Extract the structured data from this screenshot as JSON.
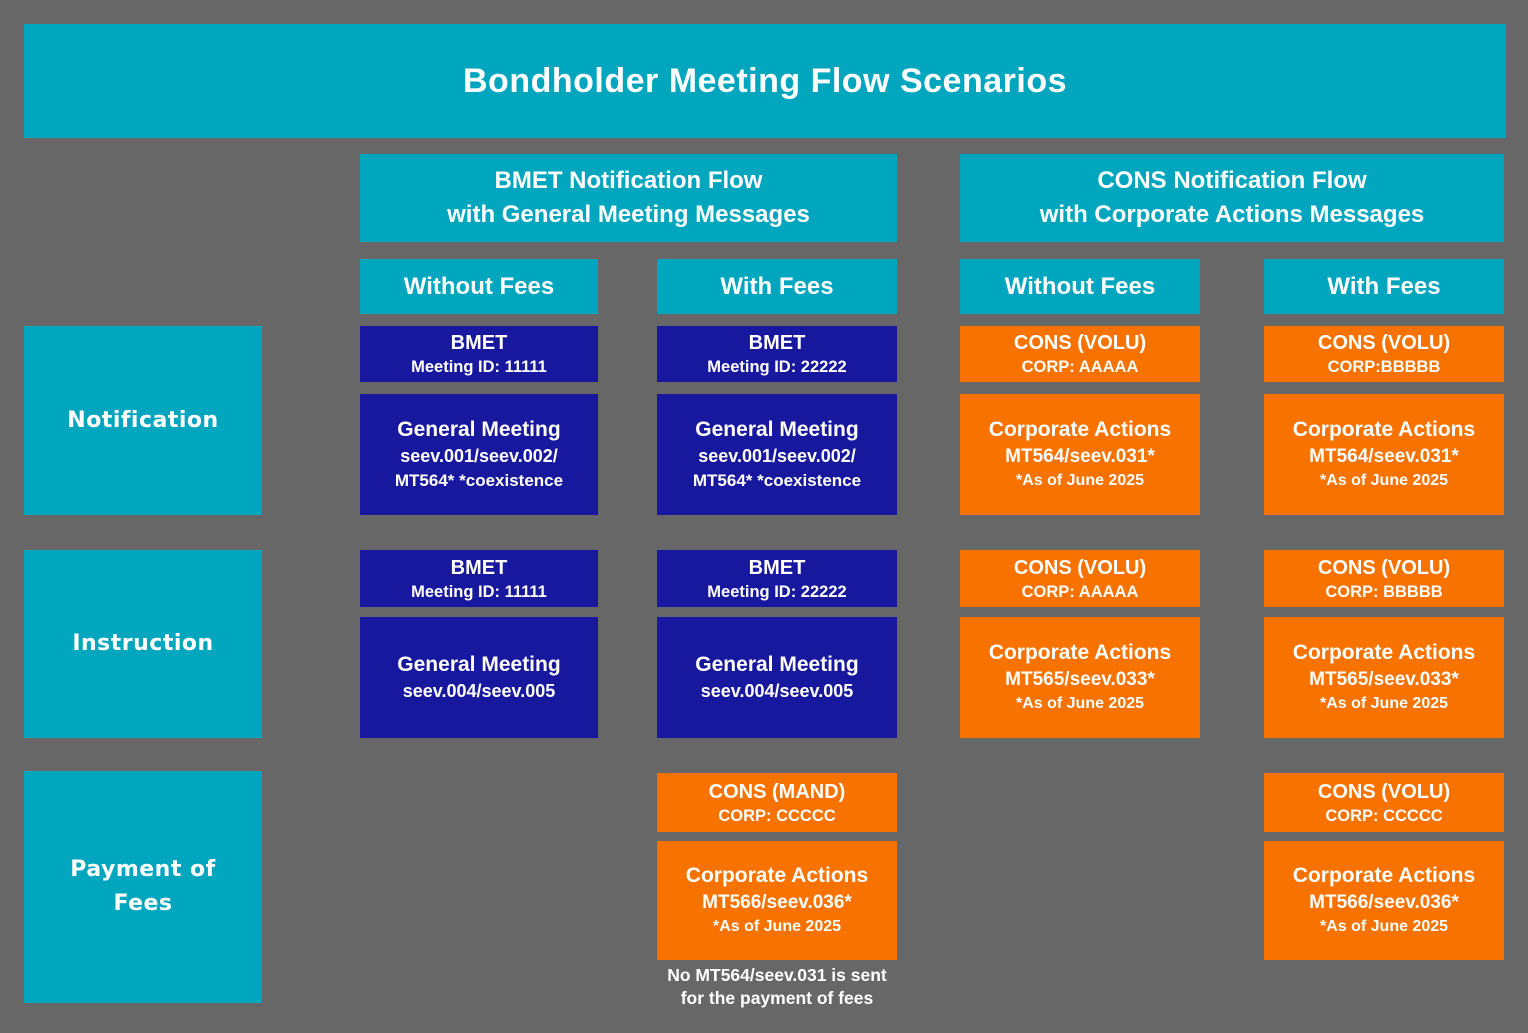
{
  "title": "Bondholder Meeting Flow Scenarios",
  "colors": {
    "teal": "#00a6be",
    "navy": "#18189e",
    "orange": "#f87200",
    "background": "#676767",
    "text": "#ffffff"
  },
  "groups": [
    {
      "line1": "BMET Notification Flow",
      "line2": "with General Meeting Messages"
    },
    {
      "line1": "CONS Notification Flow",
      "line2": "with Corporate Actions Messages"
    }
  ],
  "row_labels": {
    "notification": "Notification",
    "instruction": "Instruction",
    "payment_line1": "Payment of",
    "payment_line2": "Fees"
  },
  "columns": [
    {
      "fees_header": "Without Fees",
      "notification_top": {
        "l1": "BMET",
        "l2": "Meeting ID: 11111"
      },
      "notification_main": {
        "l1": "General Meeting",
        "l2": "seev.001/seev.002/",
        "l3": "MT564* *coexistence"
      },
      "instruction_top": {
        "l1": "BMET",
        "l2": "Meeting ID: 11111"
      },
      "instruction_main": {
        "l1": "General Meeting",
        "l2": "seev.004/seev.005"
      }
    },
    {
      "fees_header": "With Fees",
      "notification_top": {
        "l1": "BMET",
        "l2": "Meeting ID: 22222"
      },
      "notification_main": {
        "l1": "General Meeting",
        "l2": "seev.001/seev.002/",
        "l3": "MT564* *coexistence"
      },
      "instruction_top": {
        "l1": "BMET",
        "l2": "Meeting ID: 22222"
      },
      "instruction_main": {
        "l1": "General Meeting",
        "l2": "seev.004/seev.005"
      },
      "payment_top": {
        "l1": "CONS (MAND)",
        "l2": "CORP: CCCCC"
      },
      "payment_main": {
        "l1": "Corporate Actions",
        "l2": "MT566/seev.036*",
        "l3": "*As of June 2025"
      },
      "payment_note": {
        "l1": "No MT564/seev.031 is sent",
        "l2": "for the payment of fees"
      }
    },
    {
      "fees_header": "Without Fees",
      "notification_top": {
        "l1": "CONS (VOLU)",
        "l2": "CORP: AAAAA"
      },
      "notification_main": {
        "l1": "Corporate Actions",
        "l2": "MT564/seev.031*",
        "l3": "*As of June 2025"
      },
      "instruction_top": {
        "l1": "CONS (VOLU)",
        "l2": "CORP: AAAAA"
      },
      "instruction_main": {
        "l1": "Corporate Actions",
        "l2": "MT565/seev.033*",
        "l3": "*As of June 2025"
      }
    },
    {
      "fees_header": "With Fees",
      "notification_top": {
        "l1": "CONS (VOLU)",
        "l2": "CORP:BBBBB"
      },
      "notification_main": {
        "l1": "Corporate Actions",
        "l2": "MT564/seev.031*",
        "l3": "*As of June 2025"
      },
      "instruction_top": {
        "l1": "CONS (VOLU)",
        "l2": "CORP: BBBBB"
      },
      "instruction_main": {
        "l1": "Corporate Actions",
        "l2": "MT565/seev.033*",
        "l3": "*As of June 2025"
      },
      "payment_top": {
        "l1": "CONS (VOLU)",
        "l2": "CORP: CCCCC"
      },
      "payment_main": {
        "l1": "Corporate Actions",
        "l2": "MT566/seev.036*",
        "l3": "*As of June 2025"
      }
    }
  ]
}
